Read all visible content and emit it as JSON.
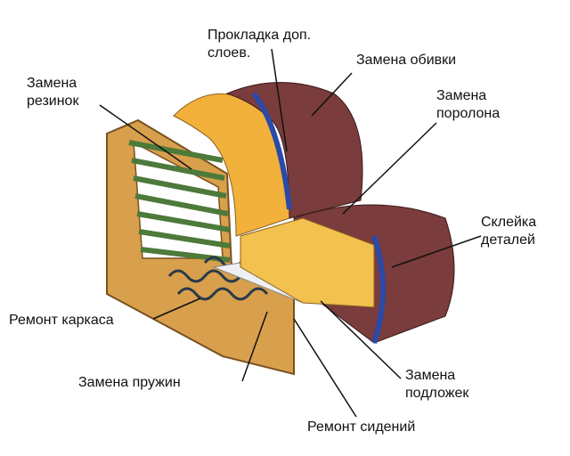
{
  "labels": {
    "padding_layers": [
      "Прокладка доп.",
      "слоев."
    ],
    "upholstery": "Замена обивки",
    "rubber_bands": [
      "Замена",
      "резинок"
    ],
    "foam": [
      "Замена",
      "поролона"
    ],
    "gluing": [
      "Склейка",
      "деталей"
    ],
    "frame": "Ремонт каркаса",
    "springs": "Замена пружин",
    "underlays": [
      "Замена",
      "подложек"
    ],
    "seats": "Ремонт сидений"
  },
  "colors": {
    "wood": "#d8a04c",
    "upholstery": "#7a3c3c",
    "foam": "#f2c14e",
    "band": "#2b4aa8",
    "springs": "#4d7a3a"
  }
}
